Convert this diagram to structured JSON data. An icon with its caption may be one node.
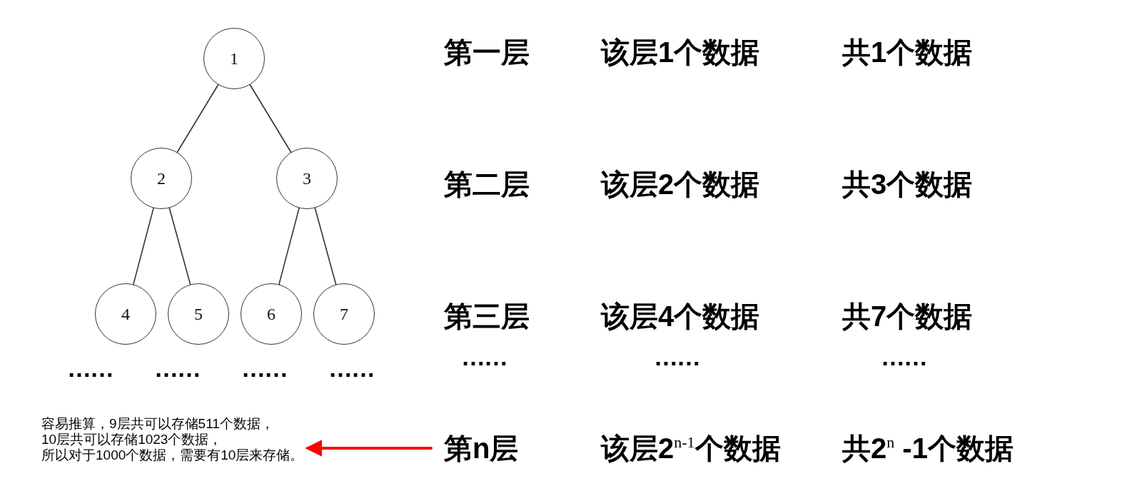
{
  "diagram": {
    "nodes": [
      {
        "text": [
          "1"
        ]
      },
      {
        "text": [
          "2"
        ]
      },
      {
        "text": [
          "3"
        ]
      },
      {
        "text": [
          "4"
        ]
      },
      {
        "text": [
          "5"
        ]
      },
      {
        "text": [
          "6"
        ]
      },
      {
        "text": [
          "7"
        ]
      },
      {
        "text": [
          "容易推算，9层共可以存储511个数据，",
          "10层共可以存储1023个数据，",
          "所以对于1000个数据，需要有10层来存储。"
        ]
      },
      {
        "text": [
          "第n层"
        ]
      }
    ],
    "edges": [
      {
        "from": 0,
        "to": 1,
        "arrow": "none"
      },
      {
        "from": 0,
        "to": 2,
        "arrow": "none"
      },
      {
        "from": 1,
        "to": 3,
        "arrow": "none"
      },
      {
        "from": 1,
        "to": 4,
        "arrow": "none"
      },
      {
        "from": 2,
        "to": 5,
        "arrow": "none"
      },
      {
        "from": 2,
        "to": 6,
        "arrow": "none"
      },
      {
        "from": 8,
        "to": 7,
        "arrow": "to",
        "style": "thick",
        "color": "#ff0000"
      }
    ],
    "labels": [
      "第一层",
      "该层1个数据",
      "共1个数据",
      "第二层",
      "该层2个数据",
      "共3个数据",
      "第三层",
      "该层4个数据",
      "共7个数据",
      "……",
      "……",
      "……",
      "……",
      "……",
      "……",
      "……",
      "该层2$^{n-1}$个数据",
      "共2$^{n}$ -1个数据"
    ]
  }
}
